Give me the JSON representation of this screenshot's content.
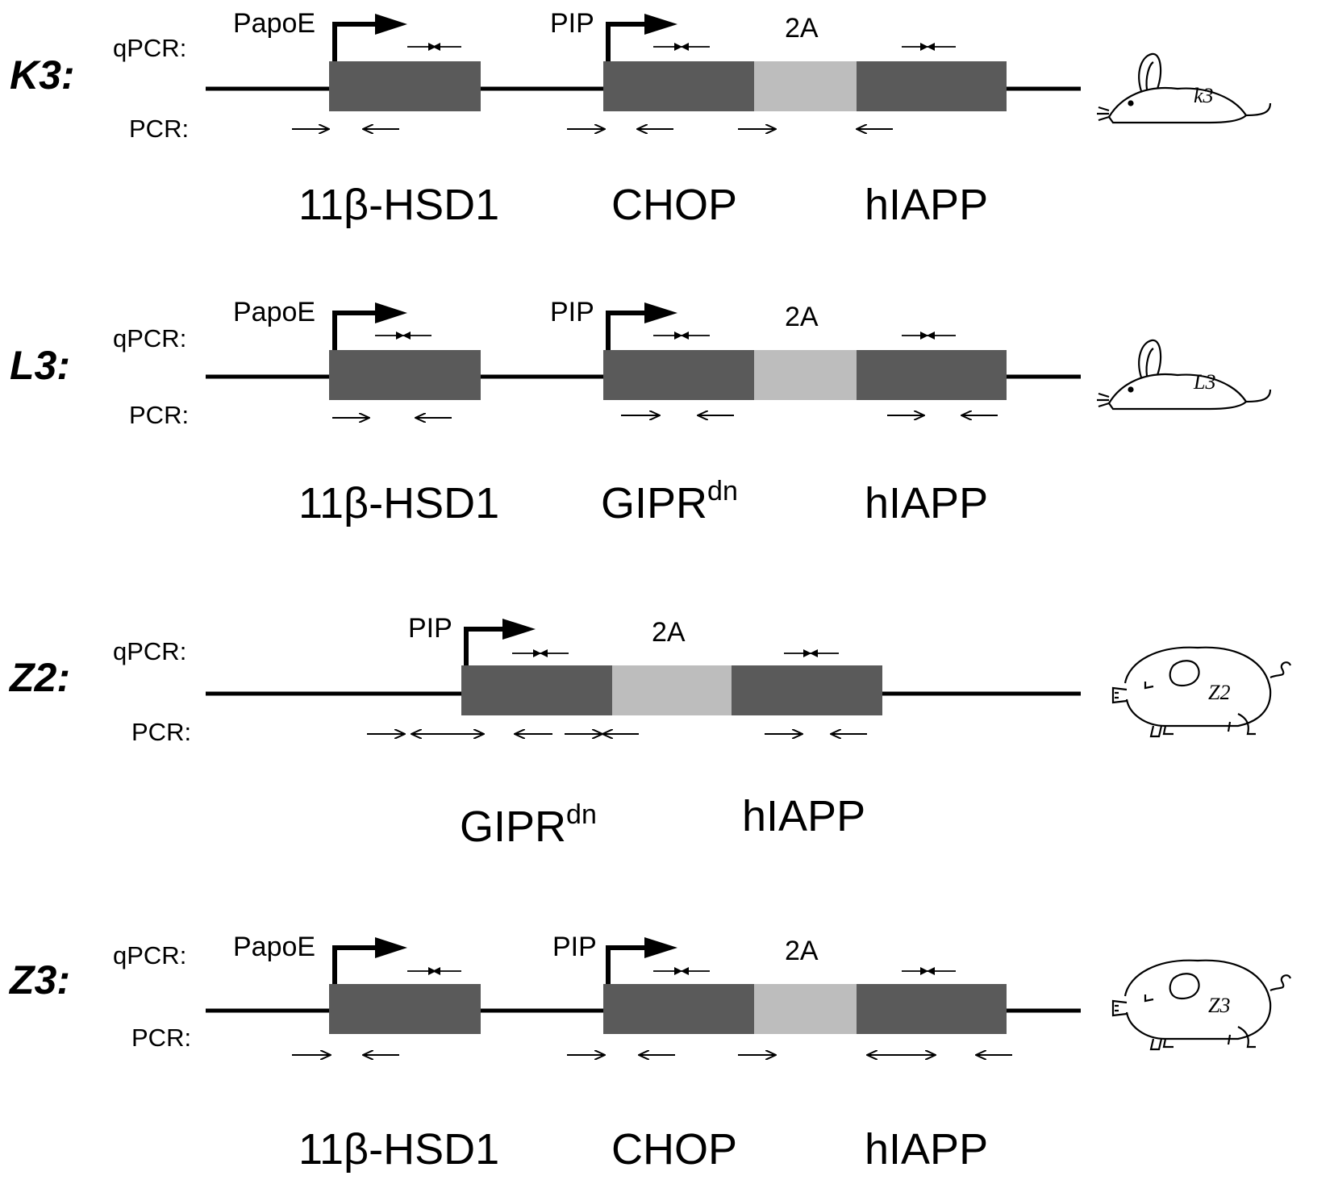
{
  "labels": {
    "qpcr": "qPCR:",
    "pcr": "PCR:",
    "papoe": "PapoE",
    "pip": "PIP",
    "linker": "2A"
  },
  "colors": {
    "exon": "#5a5a5a",
    "linker": "#bdbdbd",
    "line": "#000000"
  },
  "constructs": [
    {
      "id": "K3",
      "label": "K3:",
      "animal": "mouse-icon",
      "animal_label": "k3",
      "genes": [
        {
          "name": "11β-HSD1",
          "sup": ""
        },
        {
          "name": "CHOP",
          "sup": ""
        },
        {
          "name": "hIAPP",
          "sup": ""
        }
      ]
    },
    {
      "id": "L3",
      "label": "L3:",
      "animal": "mouse-icon",
      "animal_label": "L3",
      "genes": [
        {
          "name": "11β-HSD1",
          "sup": ""
        },
        {
          "name": "GIPR",
          "sup": "dn"
        },
        {
          "name": "hIAPP",
          "sup": ""
        }
      ]
    },
    {
      "id": "Z2",
      "label": "Z2:",
      "animal": "pig-icon",
      "animal_label": "Z2",
      "genes": [
        {
          "name": "GIPR",
          "sup": "dn"
        },
        {
          "name": "hIAPP",
          "sup": ""
        }
      ]
    },
    {
      "id": "Z3",
      "label": "Z3:",
      "animal": "pig-icon",
      "animal_label": "Z3",
      "genes": [
        {
          "name": "11β-HSD1",
          "sup": ""
        },
        {
          "name": "CHOP",
          "sup": ""
        },
        {
          "name": "hIAPP",
          "sup": ""
        }
      ]
    }
  ]
}
